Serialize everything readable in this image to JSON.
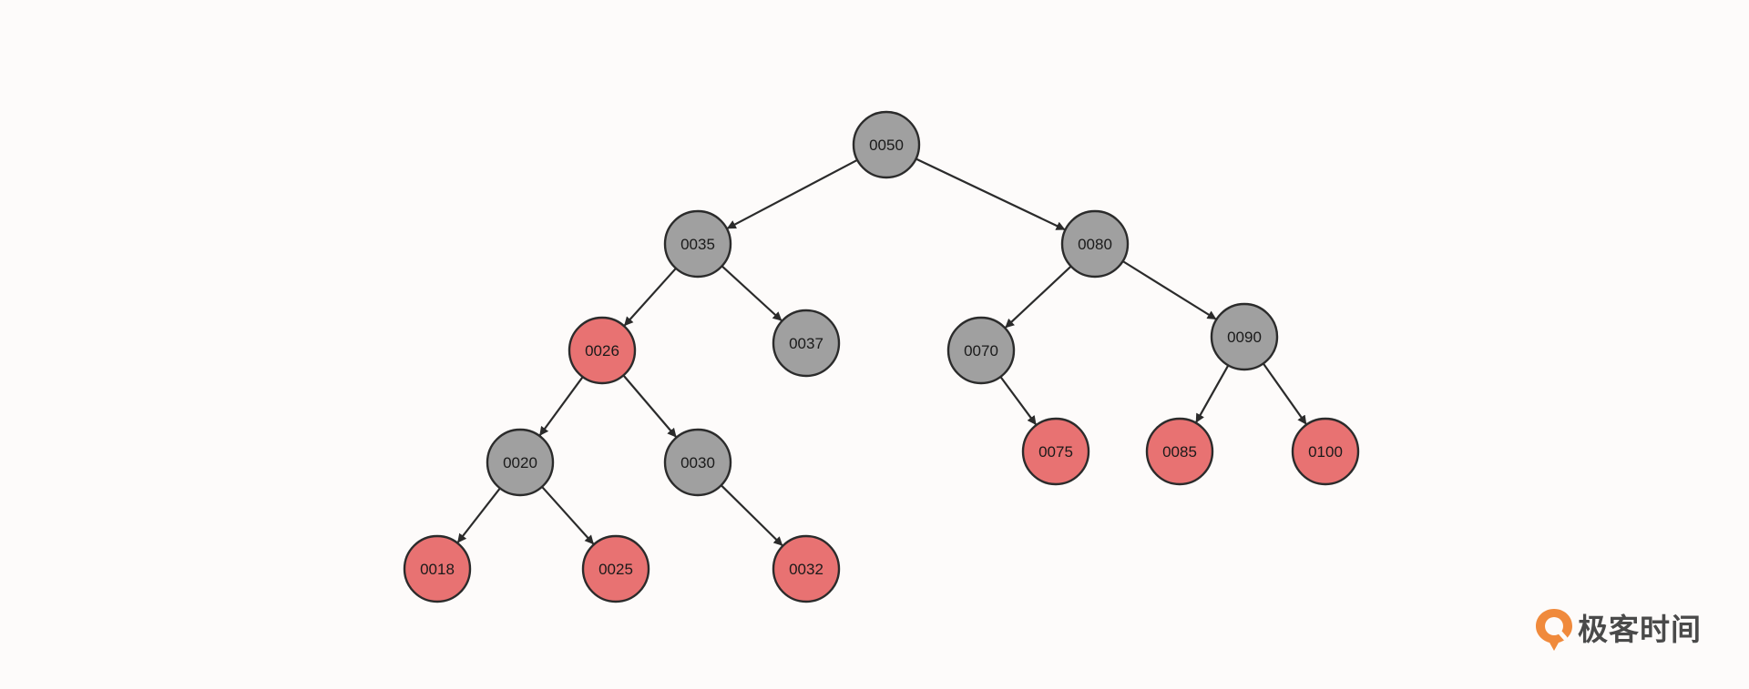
{
  "diagram": {
    "colors": {
      "black_node": "#a0a0a0",
      "red_node": "#e87272",
      "stroke": "#2b2b2b",
      "edge": "#2b2b2b"
    },
    "nodes": [
      {
        "id": "n50",
        "label": "0050",
        "color": "black"
      },
      {
        "id": "n35",
        "label": "0035",
        "color": "black"
      },
      {
        "id": "n80",
        "label": "0080",
        "color": "black"
      },
      {
        "id": "n26",
        "label": "0026",
        "color": "red"
      },
      {
        "id": "n37",
        "label": "0037",
        "color": "black"
      },
      {
        "id": "n70",
        "label": "0070",
        "color": "black"
      },
      {
        "id": "n90",
        "label": "0090",
        "color": "black"
      },
      {
        "id": "n20",
        "label": "0020",
        "color": "black"
      },
      {
        "id": "n30",
        "label": "0030",
        "color": "black"
      },
      {
        "id": "n75",
        "label": "0075",
        "color": "red"
      },
      {
        "id": "n85",
        "label": "0085",
        "color": "red"
      },
      {
        "id": "n100",
        "label": "0100",
        "color": "red"
      },
      {
        "id": "n18",
        "label": "0018",
        "color": "red"
      },
      {
        "id": "n25",
        "label": "0025",
        "color": "red"
      },
      {
        "id": "n32",
        "label": "0032",
        "color": "red"
      }
    ],
    "edges": [
      {
        "from": "n50",
        "to": "n35"
      },
      {
        "from": "n50",
        "to": "n80"
      },
      {
        "from": "n35",
        "to": "n26"
      },
      {
        "from": "n35",
        "to": "n37"
      },
      {
        "from": "n80",
        "to": "n70"
      },
      {
        "from": "n80",
        "to": "n90"
      },
      {
        "from": "n26",
        "to": "n20"
      },
      {
        "from": "n26",
        "to": "n30"
      },
      {
        "from": "n70",
        "to": "n75"
      },
      {
        "from": "n90",
        "to": "n85"
      },
      {
        "from": "n90",
        "to": "n100"
      },
      {
        "from": "n20",
        "to": "n18"
      },
      {
        "from": "n20",
        "to": "n25"
      },
      {
        "from": "n30",
        "to": "n32"
      }
    ]
  },
  "logo": {
    "text": "极客时间",
    "mark_colors": {
      "outer": "#f08a3c",
      "inner": "#fdfbfa"
    }
  }
}
